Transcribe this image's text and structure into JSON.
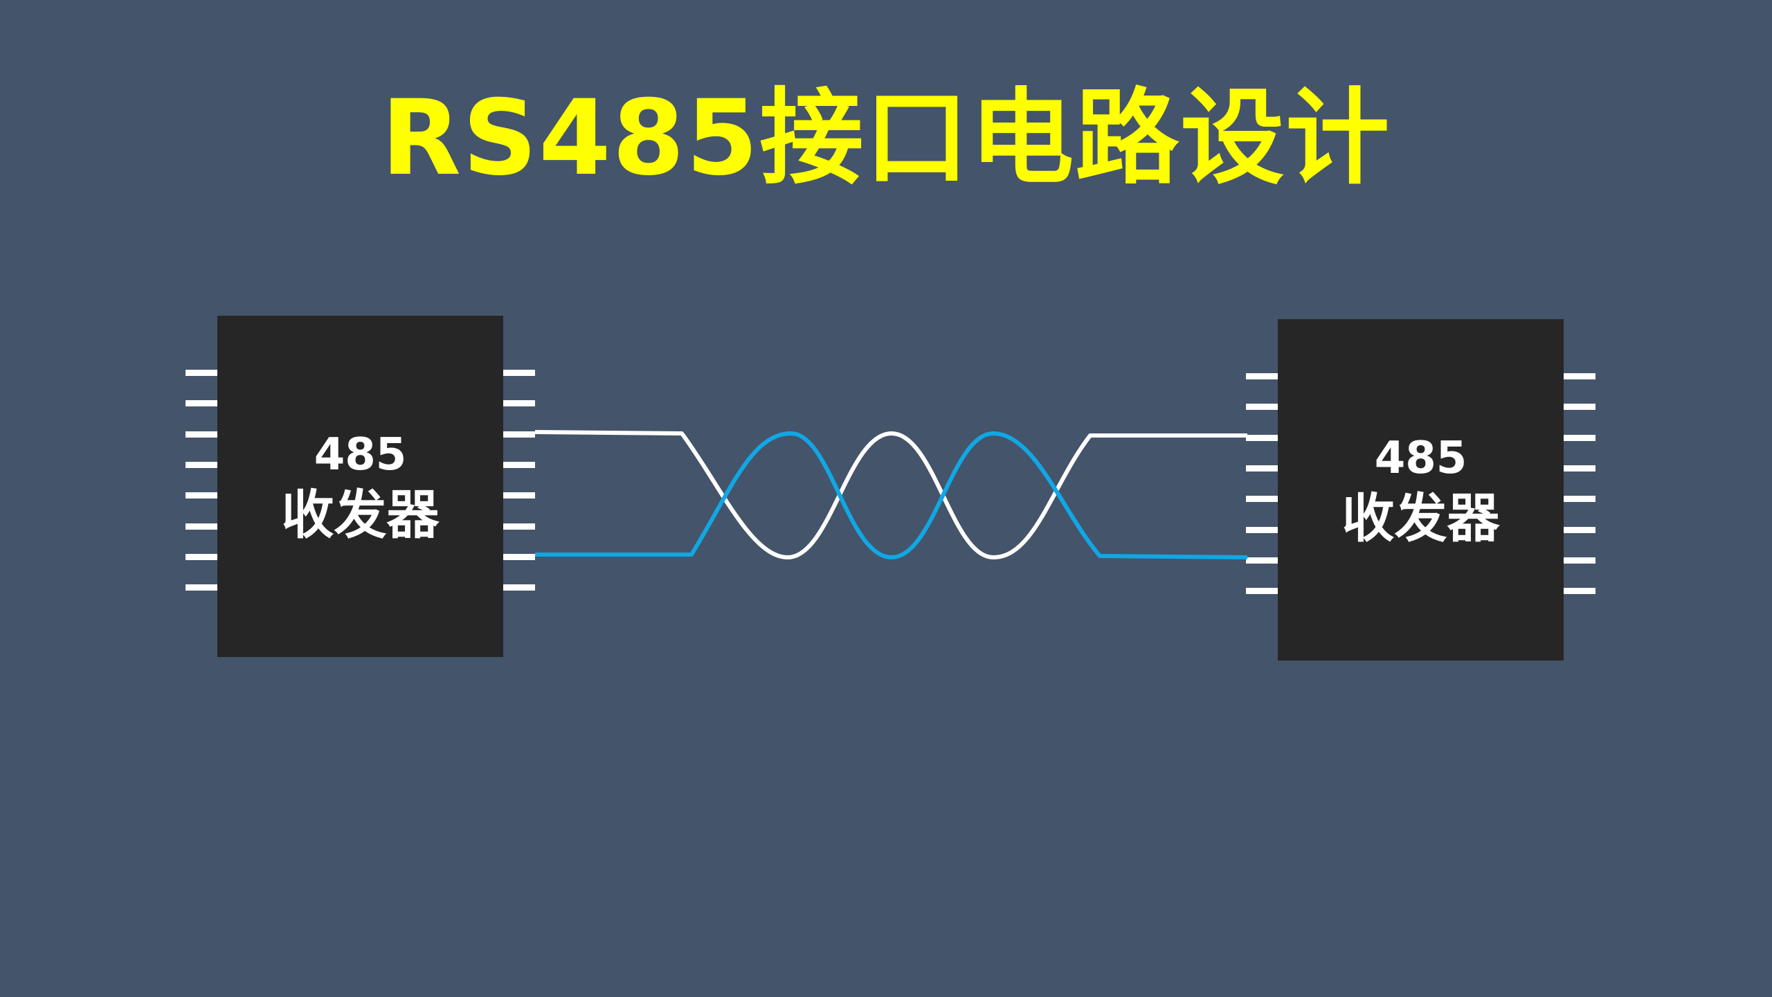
{
  "title": "RS485接口电路设计",
  "transceiver_left": {
    "number": "485",
    "name": "收发器"
  },
  "transceiver_right": {
    "number": "485",
    "name": "收发器"
  },
  "colors": {
    "background": "#44546a",
    "title": "#ffff00",
    "chip_body": "#262626",
    "wire_a": "#ffffff",
    "wire_b": "#11a7e4"
  },
  "pins_per_side": 8
}
